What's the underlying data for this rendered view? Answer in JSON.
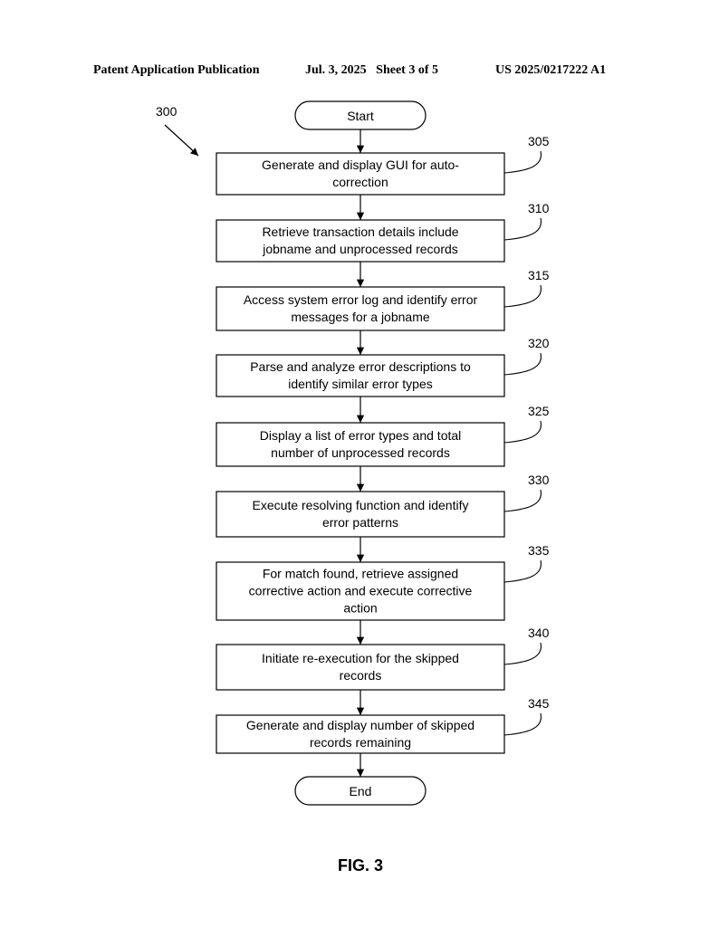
{
  "header": {
    "publication": "Patent Application Publication",
    "date_sheet": "Jul. 3, 2025   Sheet 3 of 5",
    "number": "US 2025/0217222 A1"
  },
  "figure": {
    "ref": "300",
    "label": "FIG. 3"
  },
  "flowchart": {
    "start": "Start",
    "end": "End",
    "steps": [
      {
        "ref": "305",
        "lines": [
          "Generate and display GUI for auto-",
          "correction"
        ]
      },
      {
        "ref": "310",
        "lines": [
          "Retrieve transaction details include",
          "jobname and unprocessed records"
        ]
      },
      {
        "ref": "315",
        "lines": [
          "Access system error log and identify error",
          "messages for a jobname"
        ]
      },
      {
        "ref": "320",
        "lines": [
          "Parse and analyze error descriptions to",
          "identify similar error types"
        ]
      },
      {
        "ref": "325",
        "lines": [
          "Display a list of error types and total",
          "number of unprocessed records"
        ]
      },
      {
        "ref": "330",
        "lines": [
          "Execute resolving function and identify",
          "error patterns"
        ]
      },
      {
        "ref": "335",
        "lines": [
          "For match found, retrieve assigned",
          "corrective action and execute corrective",
          "action"
        ]
      },
      {
        "ref": "340",
        "lines": [
          "Initiate re-execution for the skipped",
          "records"
        ]
      },
      {
        "ref": "345",
        "lines": [
          "Generate and display number of skipped",
          "records remaining"
        ]
      }
    ]
  }
}
